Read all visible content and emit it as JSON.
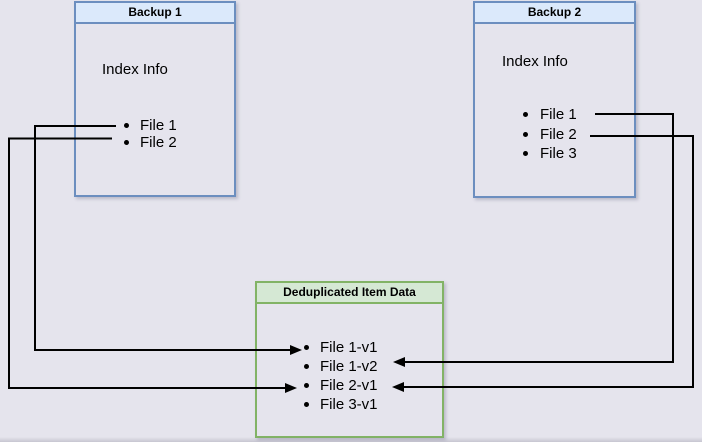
{
  "colors": {
    "background": "#e5e4ed",
    "blue_fill": "#dbe9fb",
    "blue_stroke": "#6c8ebf",
    "green_fill": "#d5e8d4",
    "green_stroke": "#82b366",
    "wire": "#000000"
  },
  "boxes": {
    "backup1": {
      "title": "Backup 1",
      "subtitle": "Index Info",
      "items": [
        "File 1",
        "File 2"
      ]
    },
    "backup2": {
      "title": "Backup 2",
      "subtitle": "Index Info",
      "items": [
        "File 1",
        "File 2",
        "File 3"
      ]
    },
    "dedup": {
      "title": "Deduplicated Item Data",
      "items": [
        "File 1-v1",
        "File 1-v2",
        "File 2-v1",
        "File 3-v1"
      ]
    }
  },
  "connections": [
    {
      "from": "Backup 1 / File 1",
      "to": "Deduplicated Item Data / File 1-v1"
    },
    {
      "from": "Backup 1 / File 2",
      "to": "Deduplicated Item Data / File 2-v1"
    },
    {
      "from": "Backup 2 / File 1",
      "to": "Deduplicated Item Data / File 1-v2"
    },
    {
      "from": "Backup 2 / File 2",
      "to": "Deduplicated Item Data / File 2-v1"
    }
  ]
}
